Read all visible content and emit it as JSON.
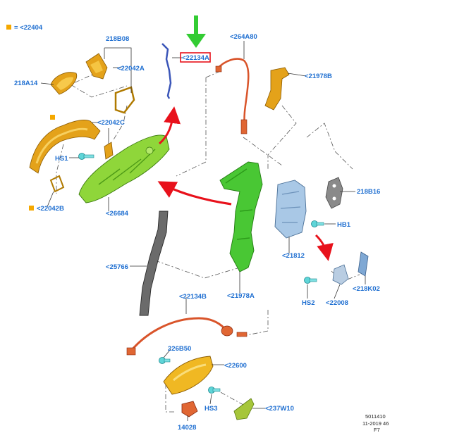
{
  "legend": {
    "text": "= <22404",
    "marker_color": "#f5a800"
  },
  "labels": {
    "l218B08": "218B08",
    "l22042A": "<22042A",
    "l218A14": "218A14",
    "l22134A": "<22134A",
    "l264A80": "<264A80",
    "l21978B": "<21978B",
    "l22042C": "<22042C",
    "lHS1": "HS1",
    "l22042B": "<22042B",
    "l26684": "<26684",
    "l218B16": "218B16",
    "lHB1": "HB1",
    "l21812": "<21812",
    "l25766": "<25766",
    "l21978A": "<21978A",
    "lHS2": "HS2",
    "l22008": "<22008",
    "l218K02": "<218K02",
    "l22134B": "<22134B",
    "l226B50": "226B50",
    "l22600": "<22600",
    "lHS3": "HS3",
    "l237W10": "<237W10",
    "l14028": "14028"
  },
  "footer": {
    "line1": "5011410",
    "line2": "11-2019 46",
    "line3": "F7"
  },
  "colors": {
    "label_blue": "#1f6fd1",
    "highlight_arrow": "#33cc33",
    "red_arrow": "#e8111b",
    "highlight_box": "#e8111b"
  }
}
